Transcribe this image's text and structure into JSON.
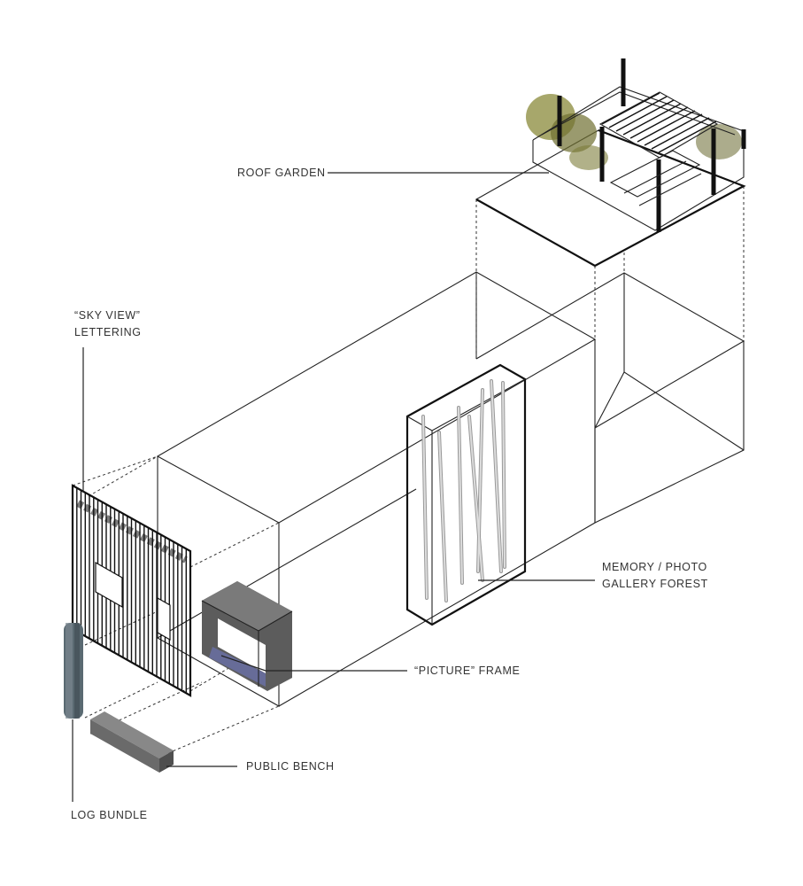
{
  "labels": {
    "roof_garden": "ROOF GARDEN",
    "sky_view_line1": "“SKY VIEW”",
    "sky_view_line2": "LETTERING",
    "memory_line1": "MEMORY / PHOTO",
    "memory_line2": "GALLERY FOREST",
    "picture_frame": "“PICTURE” FRAME",
    "public_bench": "PUBLIC BENCH",
    "log_bundle": "LOG BUNDLE"
  },
  "colors": {
    "background": "#ffffff",
    "line": "#222222",
    "label_text": "#333333",
    "foliage": "#8a8a3a",
    "stone": "#555555",
    "log": "#5a6a72",
    "frame_glow": "#6a70a8"
  }
}
